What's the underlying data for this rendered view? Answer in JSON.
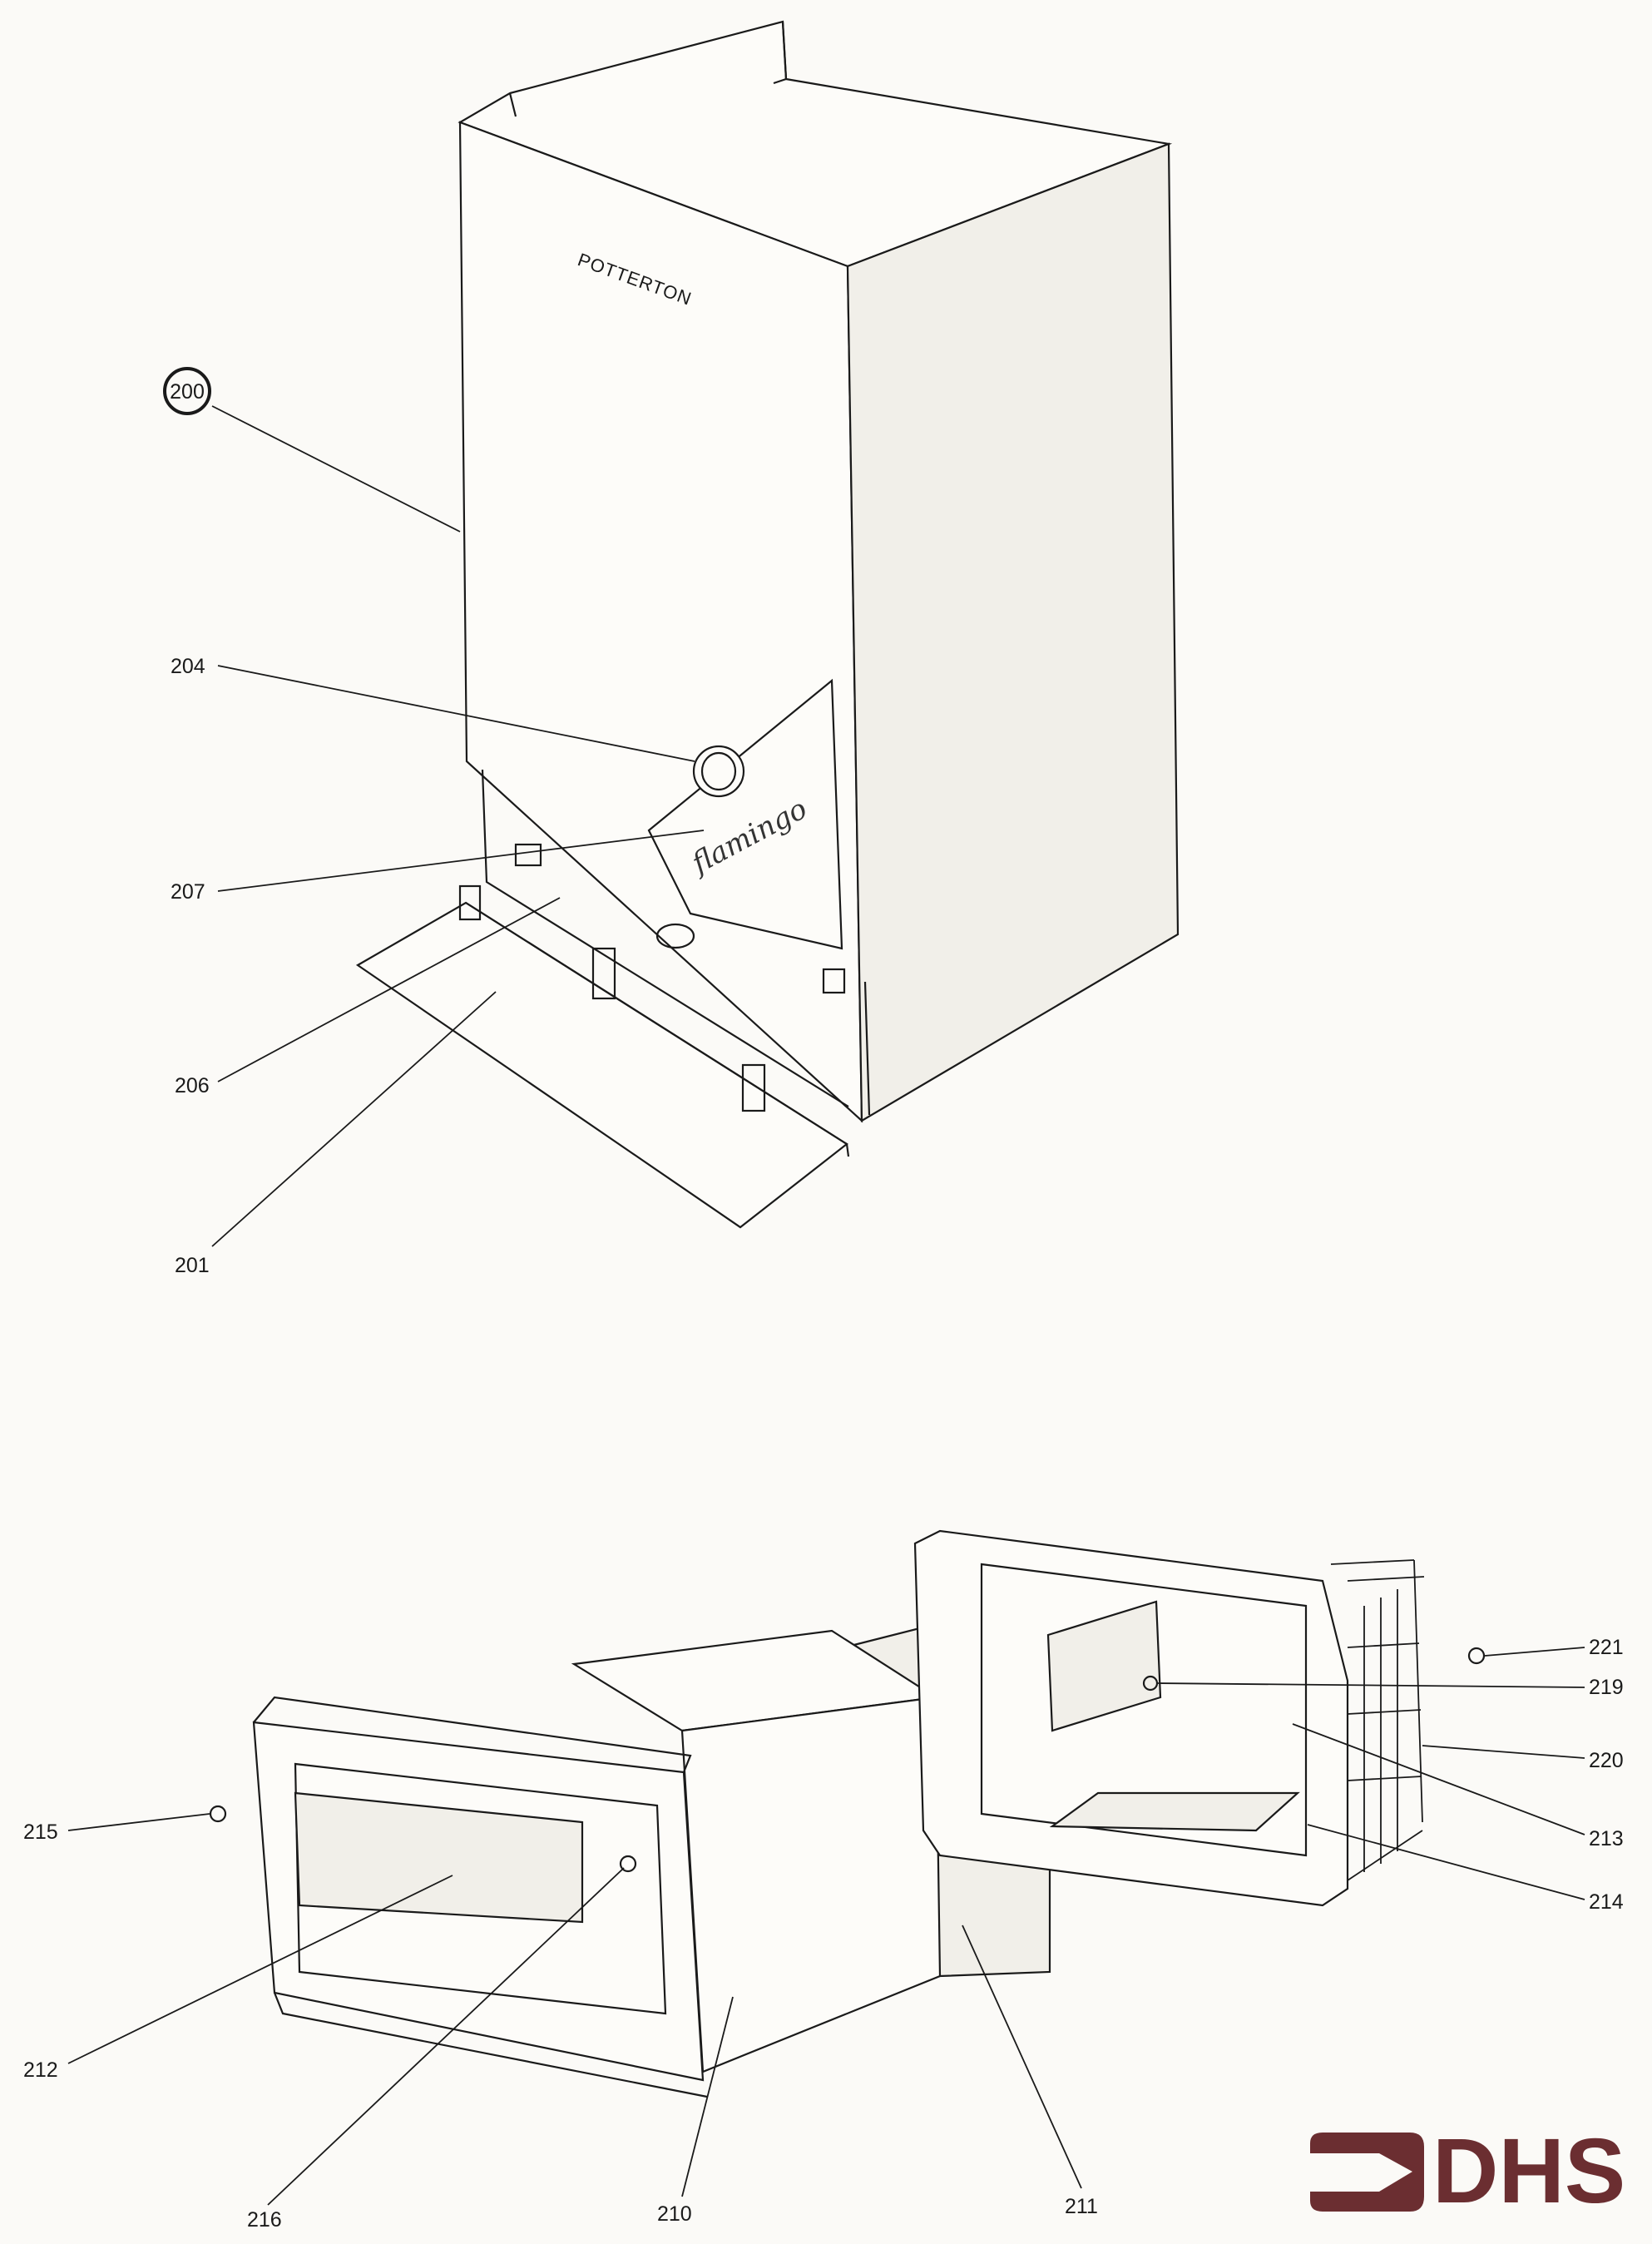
{
  "top_assembly": {
    "brand_text": "POTTERTON",
    "model_script": "flamingo",
    "callouts": [
      "200",
      "204",
      "207",
      "206",
      "201"
    ]
  },
  "flue_assembly": {
    "callouts": [
      "215",
      "212",
      "216",
      "210",
      "211",
      "221",
      "219",
      "220",
      "213",
      "214"
    ]
  },
  "logo": {
    "text": "DHS",
    "color": "#6b2e31"
  }
}
